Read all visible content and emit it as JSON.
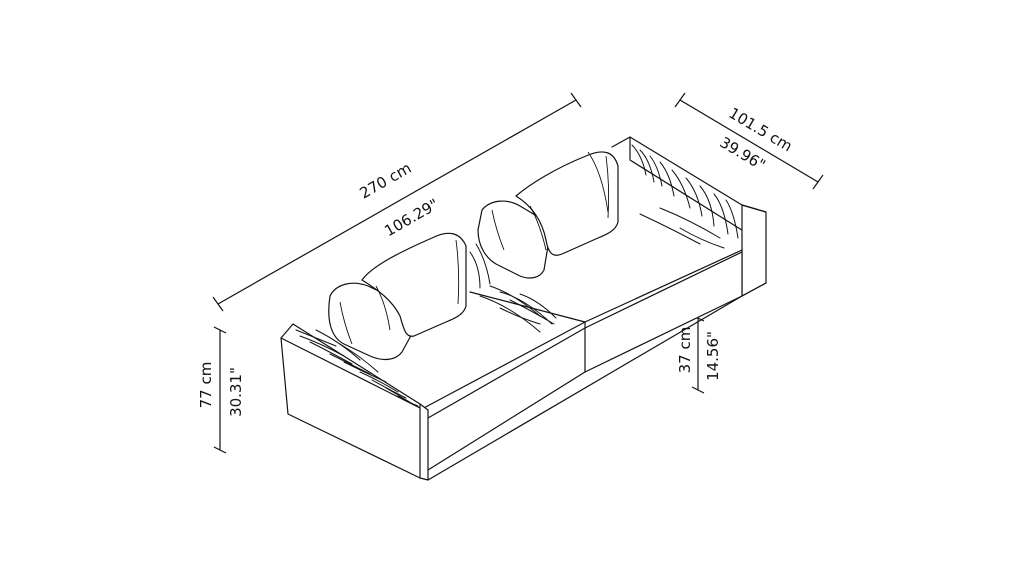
{
  "dimensions": {
    "length": {
      "metric": "270 cm",
      "imperial": "106.29\""
    },
    "depth": {
      "metric": "101.5 cm",
      "imperial": "39.96\""
    },
    "height": {
      "metric": "77 cm",
      "imperial": "30.31\""
    },
    "seat_height": {
      "metric": "37 cm",
      "imperial": "14.56\""
    }
  },
  "colors": {
    "line": "#111111",
    "background": "#ffffff"
  }
}
